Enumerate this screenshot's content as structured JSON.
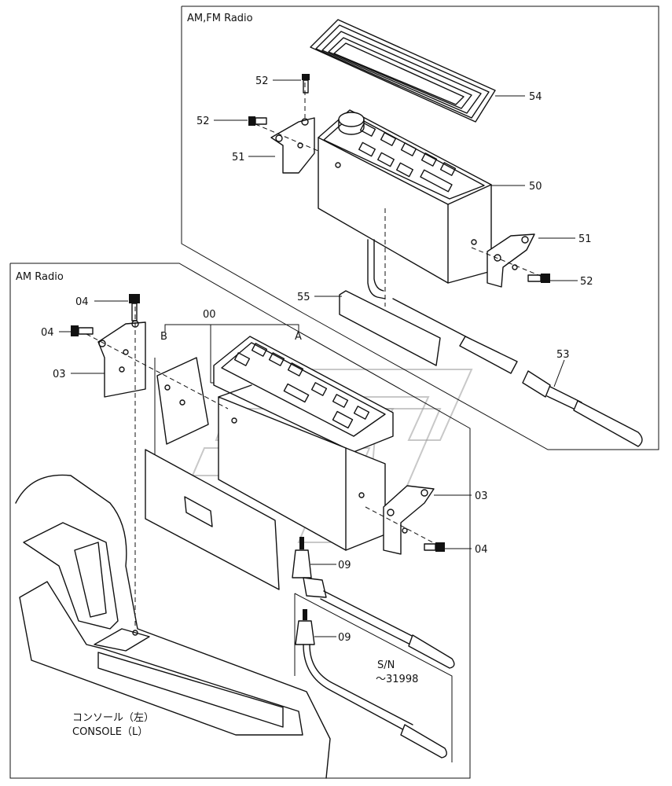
{
  "sections": {
    "am_fm": "AM,FM Radio",
    "am": "AM Radio"
  },
  "callouts": {
    "c54": "54",
    "c52a": "52",
    "c52b": "52",
    "c52c": "52",
    "c51a": "51",
    "c51b": "51",
    "c50": "50",
    "c55": "55",
    "c53": "53",
    "c00": "00",
    "cA": "A",
    "cB": "B",
    "c04a": "04",
    "c04b": "04",
    "c04c": "04",
    "c03a": "03",
    "c03b": "03",
    "c09a": "09",
    "c09b": "09"
  },
  "serial": {
    "line1": "S/N",
    "line2": "～31998"
  },
  "console": {
    "jp": "コンソール（左）",
    "en": "CONSOLE（L）"
  }
}
